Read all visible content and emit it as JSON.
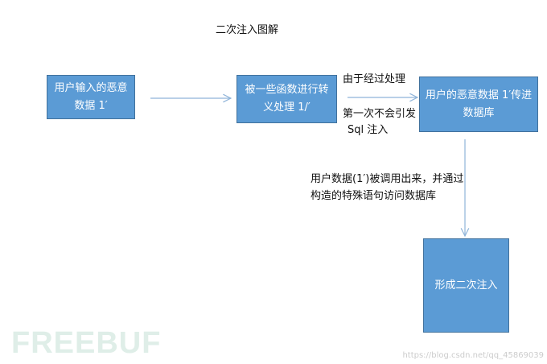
{
  "title": "二次注入图解",
  "boxes": {
    "b1": "用户输入的恶意数据 1′",
    "b2": "被一些函数进行转义处理 1/′",
    "b3": "用户的恶意数据 1′传进数据库",
    "b4": "形成二次注入"
  },
  "labels": {
    "l1": "由于经过处理",
    "l2": "第一次不会引发",
    "l3": "Sql 注入",
    "l4": "用户数据(1′)被调用出来，并通过",
    "l5": "构造的特殊语句访问数据库"
  },
  "watermark": "FREEBUF",
  "url": "https://blog.csdn.net/qq_45869039"
}
